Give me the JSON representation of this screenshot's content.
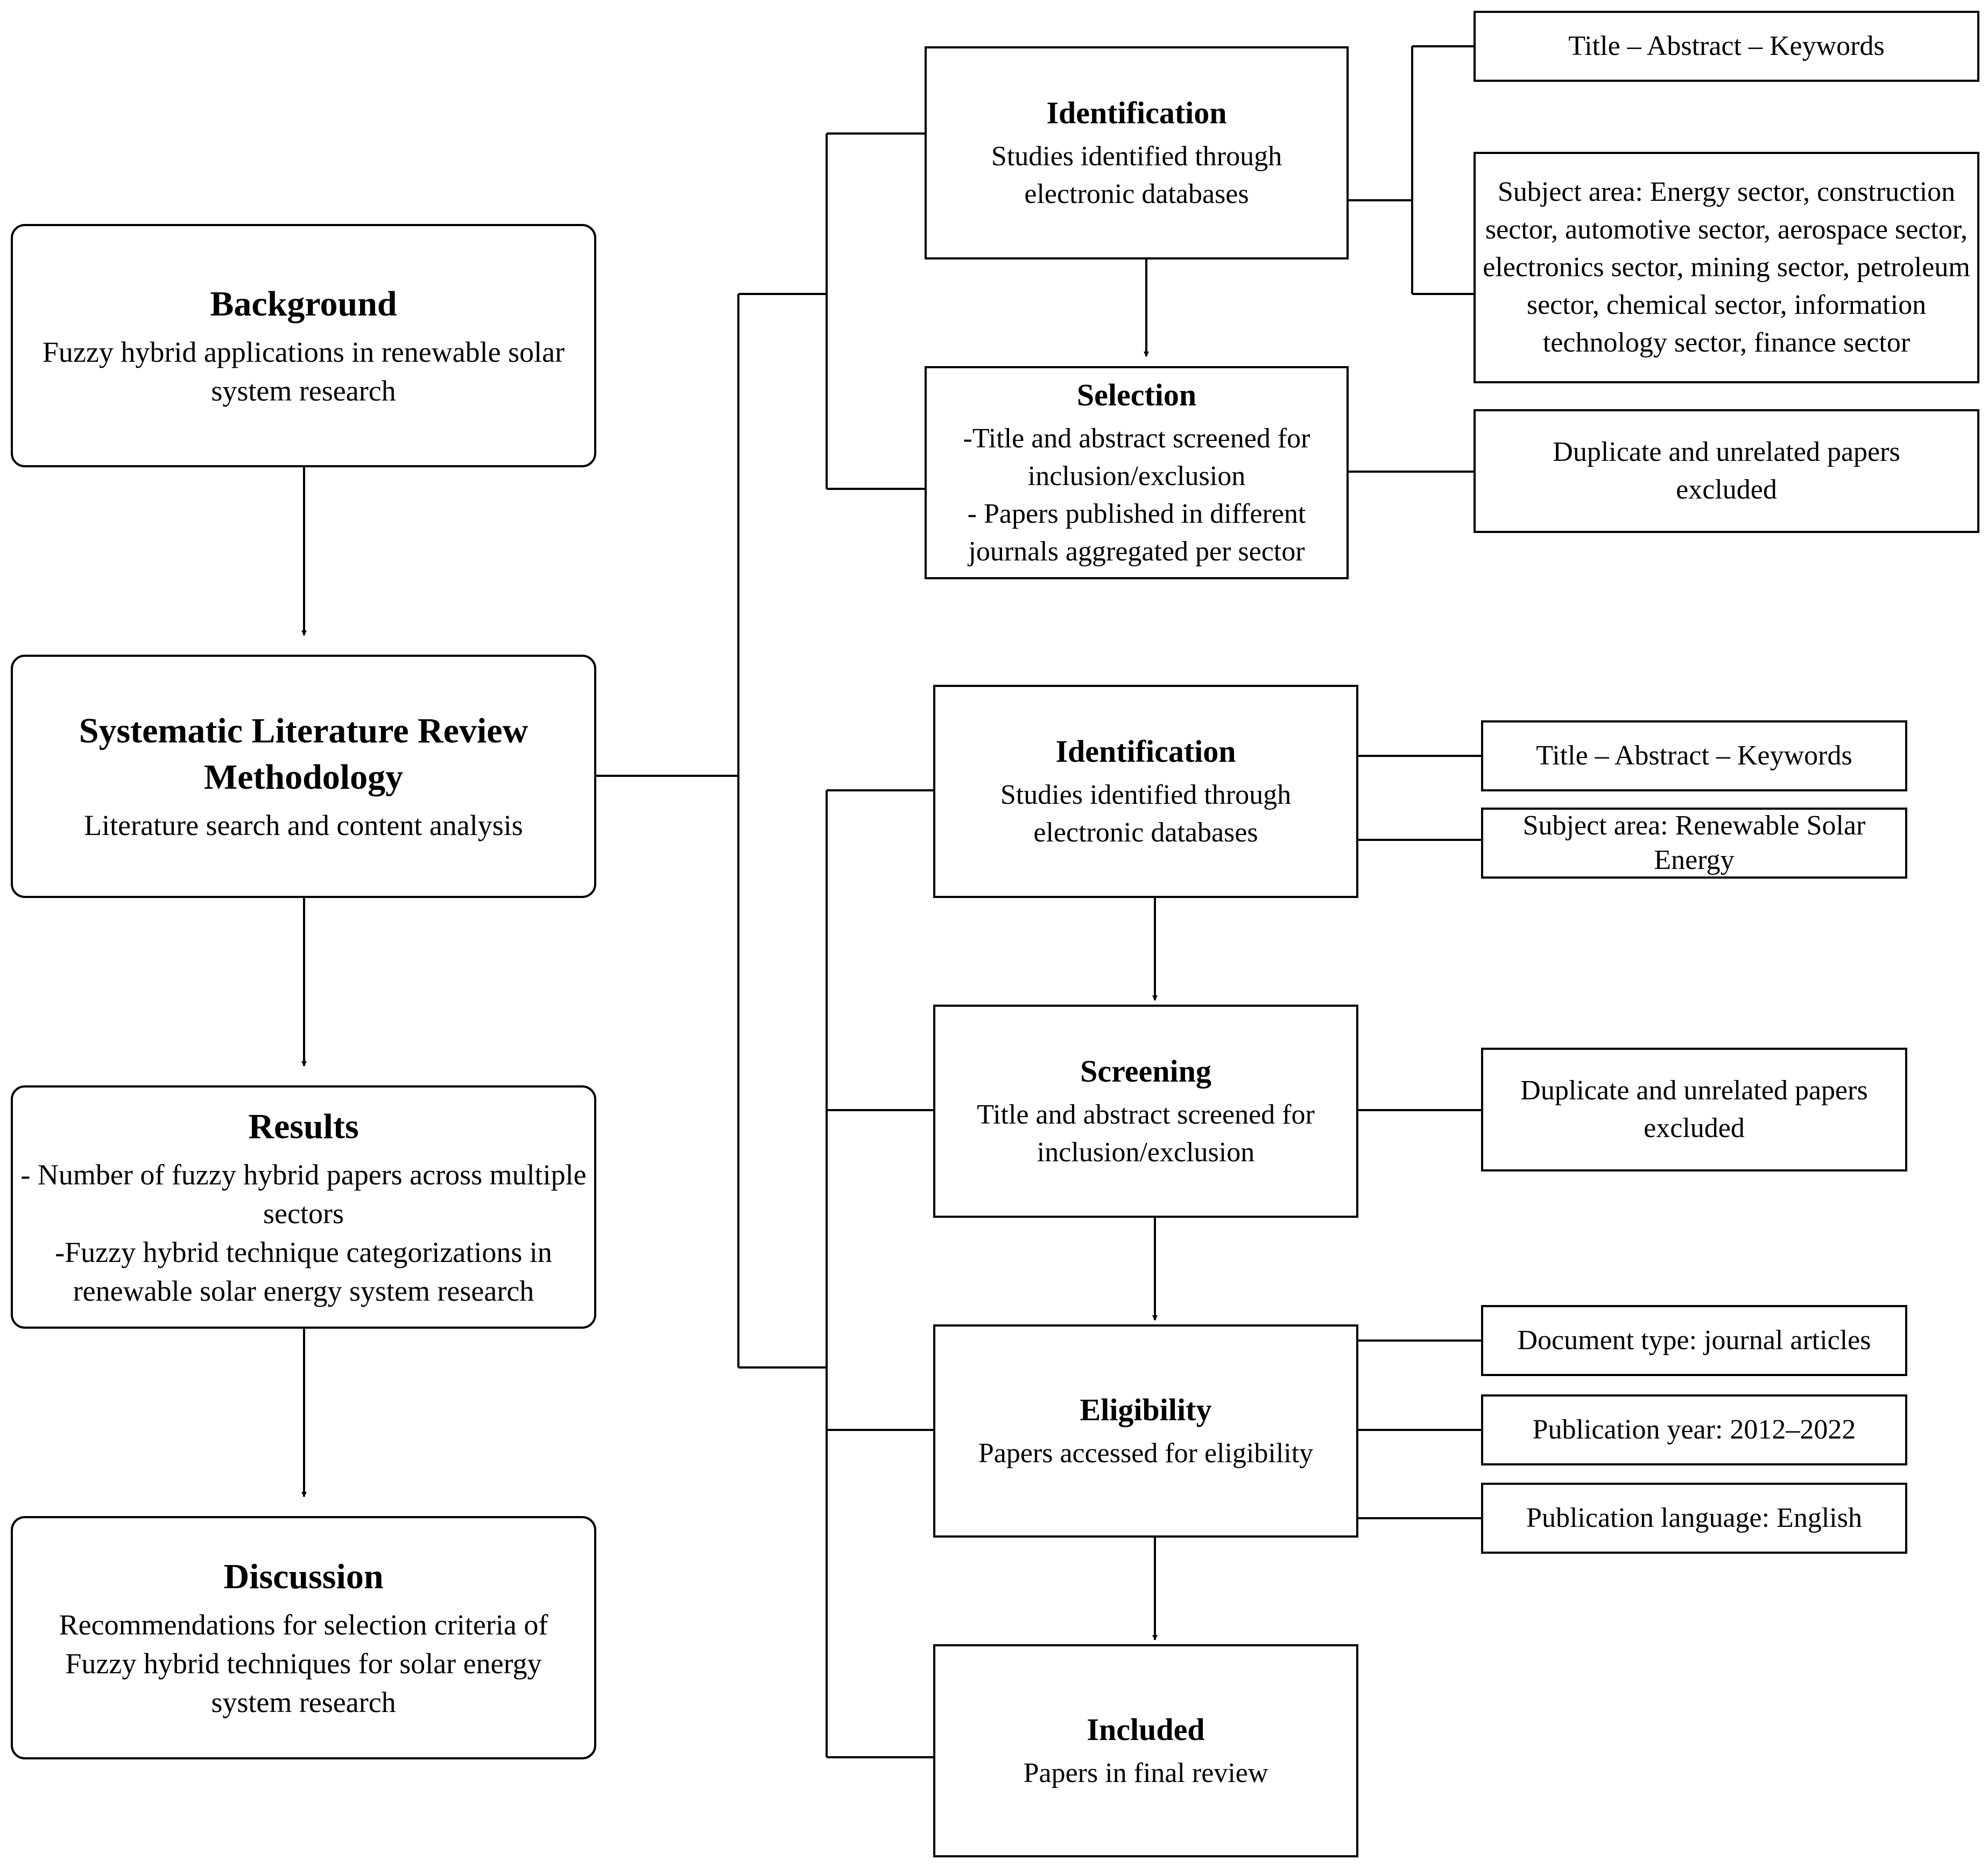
{
  "left_column": {
    "background": {
      "title": "Background",
      "body": "Fuzzy hybrid applications in renewable solar system research"
    },
    "methodology": {
      "title": "Systematic Literature Review Methodology",
      "body": "Literature search and content analysis"
    },
    "results": {
      "title": "Results",
      "body": "- Number of fuzzy hybrid papers across multiple sectors\n-Fuzzy hybrid technique categorizations in renewable solar energy system research"
    },
    "discussion": {
      "title": "Discussion",
      "body": "Recommendations for selection criteria of Fuzzy hybrid techniques for solar energy system research"
    }
  },
  "upper_branch": {
    "identification": {
      "title": "Identification",
      "body": "Studies identified through electronic databases"
    },
    "selection": {
      "title": "Selection",
      "body": "-Title and abstract screened for inclusion/exclusion\n- Papers published in different journals aggregated per sector"
    },
    "criteria_keywords": "Title – Abstract – Keywords",
    "criteria_subject": "Subject area: Energy sector, construction sector, automotive sector, aerospace sector, electronics sector, mining sector, petroleum sector, chemical sector, information technology sector, finance sector",
    "criteria_duplicates": "Duplicate and unrelated papers excluded"
  },
  "lower_branch": {
    "identification": {
      "title": "Identification",
      "body": "Studies identified through electronic databases"
    },
    "screening": {
      "title": "Screening",
      "body": "Title and abstract screened for inclusion/exclusion"
    },
    "eligibility": {
      "title": "Eligibility",
      "body": "Papers accessed for eligibility"
    },
    "included": {
      "title": "Included",
      "body": "Papers in final review"
    },
    "criteria_keywords": "Title – Abstract – Keywords",
    "criteria_subject": "Subject area: Renewable Solar Energy",
    "criteria_duplicates": "Duplicate and unrelated papers excluded",
    "criteria_doctype": "Document type: journal articles",
    "criteria_year": "Publication year: 2012–2022",
    "criteria_language": "Publication language: English"
  },
  "colors": {
    "stroke": "#000000",
    "background": "#ffffff"
  }
}
